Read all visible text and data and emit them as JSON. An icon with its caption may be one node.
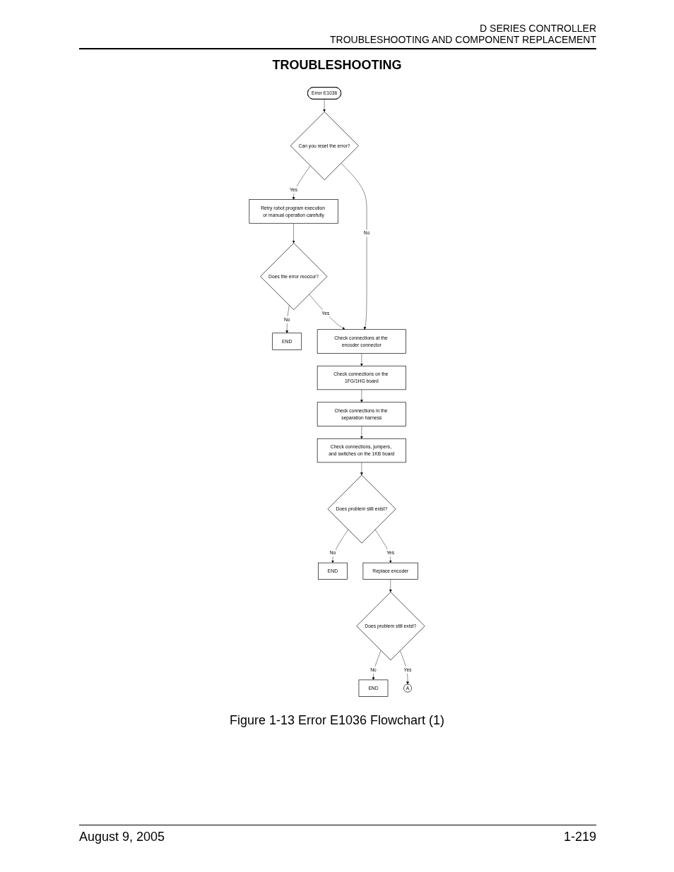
{
  "diagram": {
    "title": "TROUBLESHOOTING",
    "caption": "Figure 1-13  Error E1036 Flowchart (1)",
    "nodes": [
      {
        "text": [
          "Error E1036"
        ]
      },
      {
        "text": [
          "Can you reset the error?"
        ]
      },
      {
        "text": [
          "Retry robot program execution or manual operation carefully"
        ]
      },
      {
        "text": [
          "Does the error reoccur?"
        ]
      },
      {
        "text": [
          "END"
        ]
      },
      {
        "text": [
          "Check connections at the encoder connector"
        ]
      },
      {
        "text": [
          "Check connections on the 1FG/1HG board"
        ]
      },
      {
        "text": [
          "Check connections in the separation harness"
        ]
      },
      {
        "text": [
          "Check connections, jumpers, and switches on the 1KB board"
        ]
      },
      {
        "text": [
          "Does problem still exist?"
        ]
      },
      {
        "text": [
          "END"
        ]
      },
      {
        "text": [
          "Replace encoder"
        ]
      },
      {
        "text": [
          "Does problem still exist?"
        ]
      },
      {
        "text": [
          "END"
        ]
      },
      {
        "text": [
          "A"
        ]
      }
    ],
    "edges": [
      {
        "from": 0,
        "to": 1,
        "arrow": "to"
      },
      {
        "from": 1,
        "to": 2,
        "arrow": "to",
        "label": "Yes"
      },
      {
        "from": 2,
        "to": 3,
        "arrow": "to"
      },
      {
        "from": 3,
        "to": 4,
        "arrow": "to",
        "label": "No"
      },
      {
        "from": 3,
        "to": 5,
        "arrow": "to",
        "label": "Yes"
      },
      {
        "from": 1,
        "to": 5,
        "arrow": "to",
        "label": "No"
      },
      {
        "from": 5,
        "to": 6,
        "arrow": "to"
      },
      {
        "from": 6,
        "to": 7,
        "arrow": "to"
      },
      {
        "from": 7,
        "to": 8,
        "arrow": "to"
      },
      {
        "from": 8,
        "to": 9,
        "arrow": "to"
      },
      {
        "from": 9,
        "to": 10,
        "arrow": "to",
        "label": "No"
      },
      {
        "from": 9,
        "to": 11,
        "arrow": "to",
        "label": "Yes"
      },
      {
        "from": 11,
        "to": 12,
        "arrow": "to"
      },
      {
        "from": 12,
        "to": 13,
        "arrow": "to",
        "label": "No"
      },
      {
        "from": 12,
        "to": 14,
        "arrow": "to",
        "label": "Yes"
      }
    ],
    "labels": [
      "D SERIES CONTROLLER",
      "TROUBLESHOOTING AND COMPONENT REPLACEMENT",
      "August 9, 2005",
      "1-219"
    ]
  }
}
